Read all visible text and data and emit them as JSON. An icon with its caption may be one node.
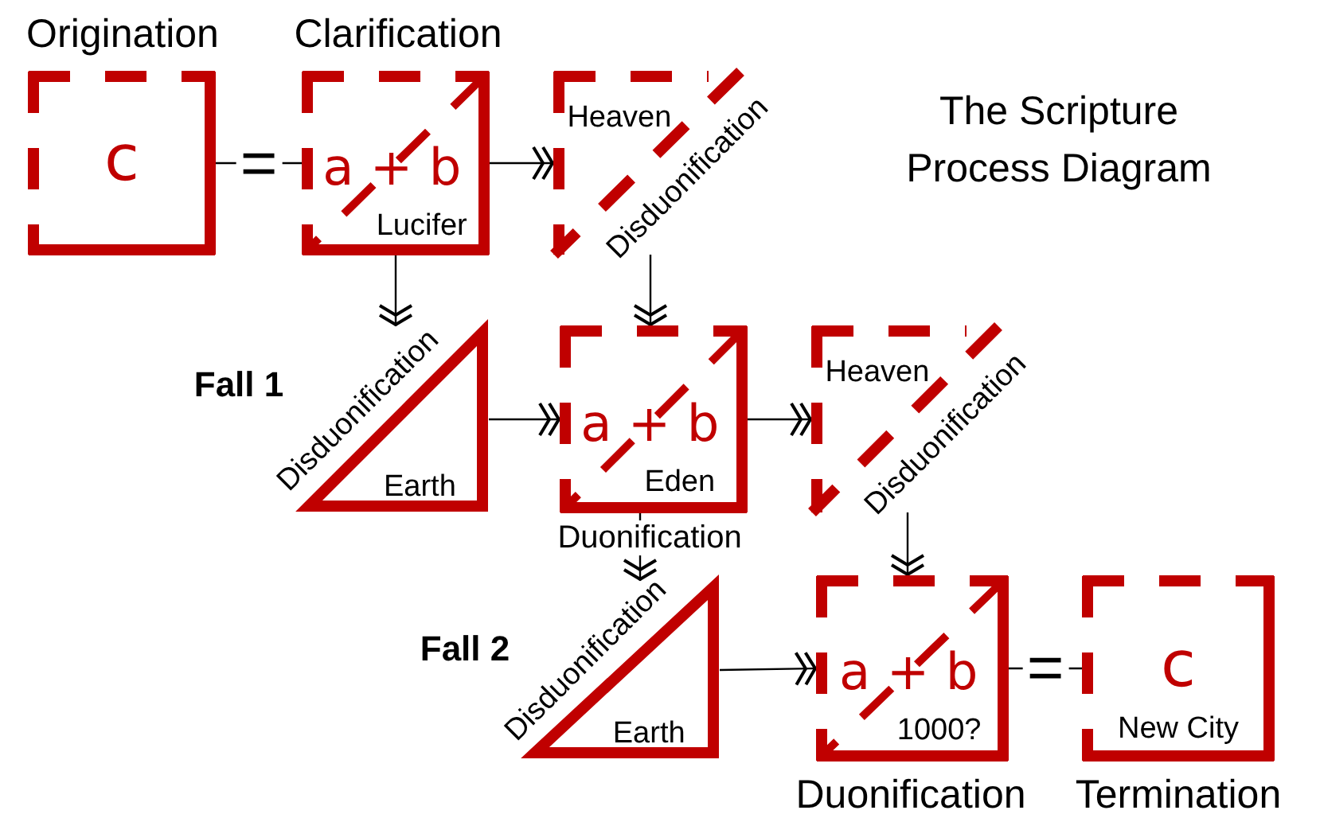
{
  "diagram": {
    "title": "The Scripture Process Diagram",
    "nodes": [
      {
        "text": [
          "c"
        ],
        "beside": [
          "Origination"
        ]
      },
      {
        "text": [
          "a + b",
          "Lucifer"
        ],
        "beside": [
          "Clarification"
        ]
      },
      {
        "text": [
          "Heaven",
          "Disduonification"
        ]
      },
      {
        "text": [
          "Disduonification",
          "Earth"
        ],
        "beside": [
          "Fall 1"
        ]
      },
      {
        "text": [
          "a + b",
          "Eden"
        ],
        "beside": [
          "Duonification"
        ]
      },
      {
        "text": [
          "Heaven",
          "Disduonification"
        ]
      },
      {
        "text": [
          "Disduonification",
          "Earth"
        ],
        "beside": [
          "Fall 2"
        ]
      },
      {
        "text": [
          "a + b",
          "1000?"
        ],
        "beside": [
          "Duonification"
        ]
      },
      {
        "text": [
          "c",
          "New City"
        ],
        "beside": [
          "Termination"
        ]
      }
    ],
    "edges": [
      {
        "from": 0,
        "to": 1,
        "arrow": "none",
        "label": "="
      },
      {
        "from": 1,
        "to": 2,
        "arrow": "to"
      },
      {
        "from": 1,
        "to": 3,
        "arrow": "to"
      },
      {
        "from": 2,
        "to": 4,
        "arrow": "to"
      },
      {
        "from": 3,
        "to": 4,
        "arrow": "to"
      },
      {
        "from": 4,
        "to": 5,
        "arrow": "to"
      },
      {
        "from": 4,
        "to": 6,
        "arrow": "to"
      },
      {
        "from": 5,
        "to": 7,
        "arrow": "to"
      },
      {
        "from": 6,
        "to": 7,
        "arrow": "to"
      },
      {
        "from": 7,
        "to": 8,
        "arrow": "none",
        "label": "="
      }
    ]
  }
}
